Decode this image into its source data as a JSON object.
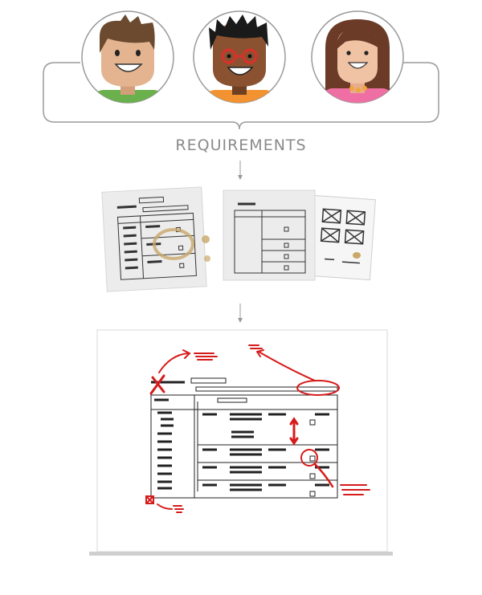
{
  "header": {
    "requirements_label": "REQUIREMENTS"
  },
  "people": [
    {
      "name": "person-left",
      "shirt": "#6ab04c",
      "hair": "#6b4a2f",
      "skin": "#e3b48f"
    },
    {
      "name": "person-middle",
      "shirt": "#f29230",
      "hair": "#1a1a1a",
      "skin": "#8a5230",
      "glasses": "#d9302c"
    },
    {
      "name": "person-right",
      "shirt": "#ef6fa5",
      "hair": "#6b3b27",
      "skin": "#efc3a4"
    }
  ],
  "colors": {
    "bracket": "#9a9a9a",
    "arrow": "#999999",
    "annotation": "#d61b1b",
    "coffee_stain": "#c9a86a"
  }
}
